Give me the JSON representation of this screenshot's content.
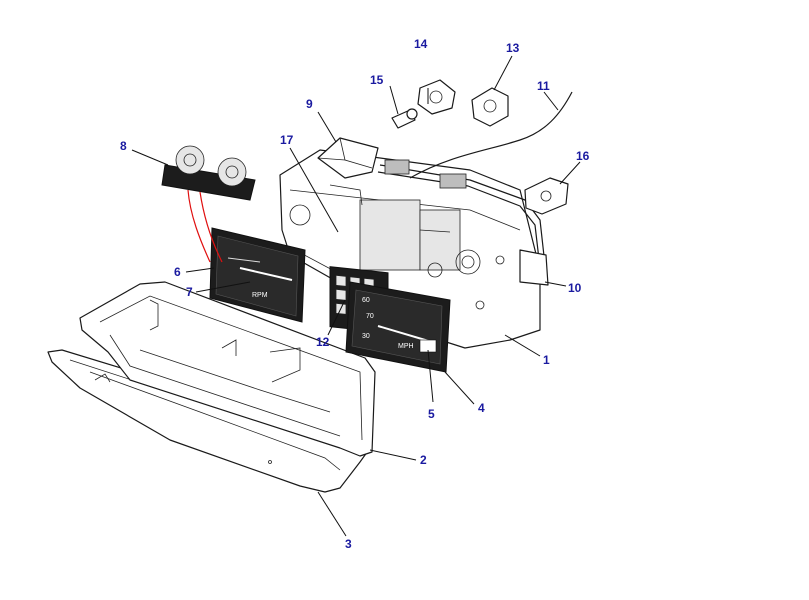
{
  "callouts": [
    {
      "id": "1",
      "label": "1"
    },
    {
      "id": "2",
      "label": "2"
    },
    {
      "id": "3",
      "label": "3"
    },
    {
      "id": "4",
      "label": "4"
    },
    {
      "id": "5",
      "label": "5"
    },
    {
      "id": "6",
      "label": "6"
    },
    {
      "id": "7",
      "label": "7"
    },
    {
      "id": "8",
      "label": "8"
    },
    {
      "id": "9",
      "label": "9"
    },
    {
      "id": "10",
      "label": "10"
    },
    {
      "id": "11",
      "label": "11"
    },
    {
      "id": "12",
      "label": "12"
    },
    {
      "id": "13",
      "label": "13"
    },
    {
      "id": "14",
      "label": "14"
    },
    {
      "id": "15",
      "label": "15"
    },
    {
      "id": "16",
      "label": "16"
    },
    {
      "id": "17",
      "label": "17"
    }
  ],
  "gauge_text": {
    "tach_unit": "RPM",
    "speedo_unit": "MPH",
    "speedo_scale_1": "60",
    "speedo_scale_2": "70",
    "speedo_scale_3": "30"
  },
  "colors": {
    "callout": "#1a1aa0",
    "line_art": "#1a1a1a",
    "red_arrow": "#e01010",
    "background": "#ffffff"
  }
}
